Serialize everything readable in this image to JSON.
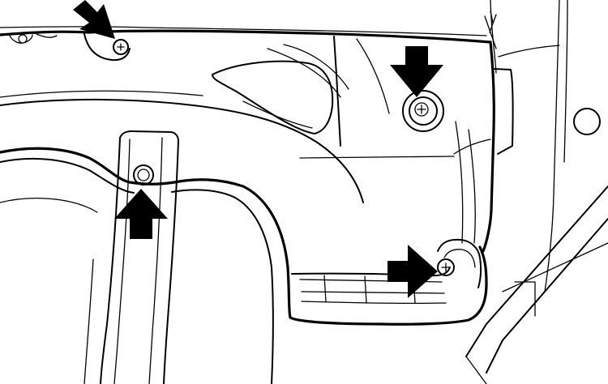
{
  "figure": {
    "background": "#ffffff",
    "line_color": "#000000",
    "fasteners": [
      {
        "name": "top-left-screw",
        "type": "screw"
      },
      {
        "name": "center-screw",
        "type": "screw"
      },
      {
        "name": "lower-left-clip",
        "type": "clip"
      },
      {
        "name": "bottom-right-screw",
        "type": "screw"
      }
    ],
    "arrows": [
      {
        "name": "arrow-top-left",
        "direction": "down-right"
      },
      {
        "name": "arrow-center",
        "direction": "down"
      },
      {
        "name": "arrow-lower-left",
        "direction": "up"
      },
      {
        "name": "arrow-bottom-right",
        "direction": "right"
      }
    ]
  }
}
